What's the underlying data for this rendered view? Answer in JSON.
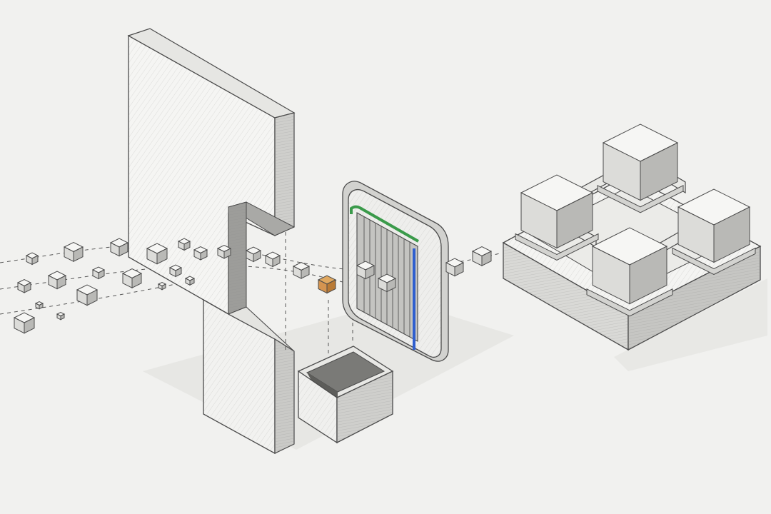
{
  "diagram": {
    "style": "pencil-sketch isometric",
    "background": "#f1f1ef",
    "colors": {
      "stroke": "#4a4a4a",
      "face_light": "#f6f6f4",
      "face_mid": "#dcdcd9",
      "face_dark": "#b9b9b6",
      "filter_top_edge": "#3a9a4a",
      "filter_right_edge": "#2f5fcf",
      "rejected_cube": "#e0a860",
      "rejected_cube_dark": "#b97a35"
    },
    "components": {
      "stream": {
        "icon": "cube-stream",
        "count_cubes": 26
      },
      "barrier": {
        "icon": "slotted-wall"
      },
      "rejected_item": {
        "icon": "orange-cube"
      },
      "bin": {
        "icon": "open-box"
      },
      "filter": {
        "icon": "gated-frame"
      },
      "cluster": {
        "icon": "four-node-network",
        "node_count": 4
      }
    }
  }
}
